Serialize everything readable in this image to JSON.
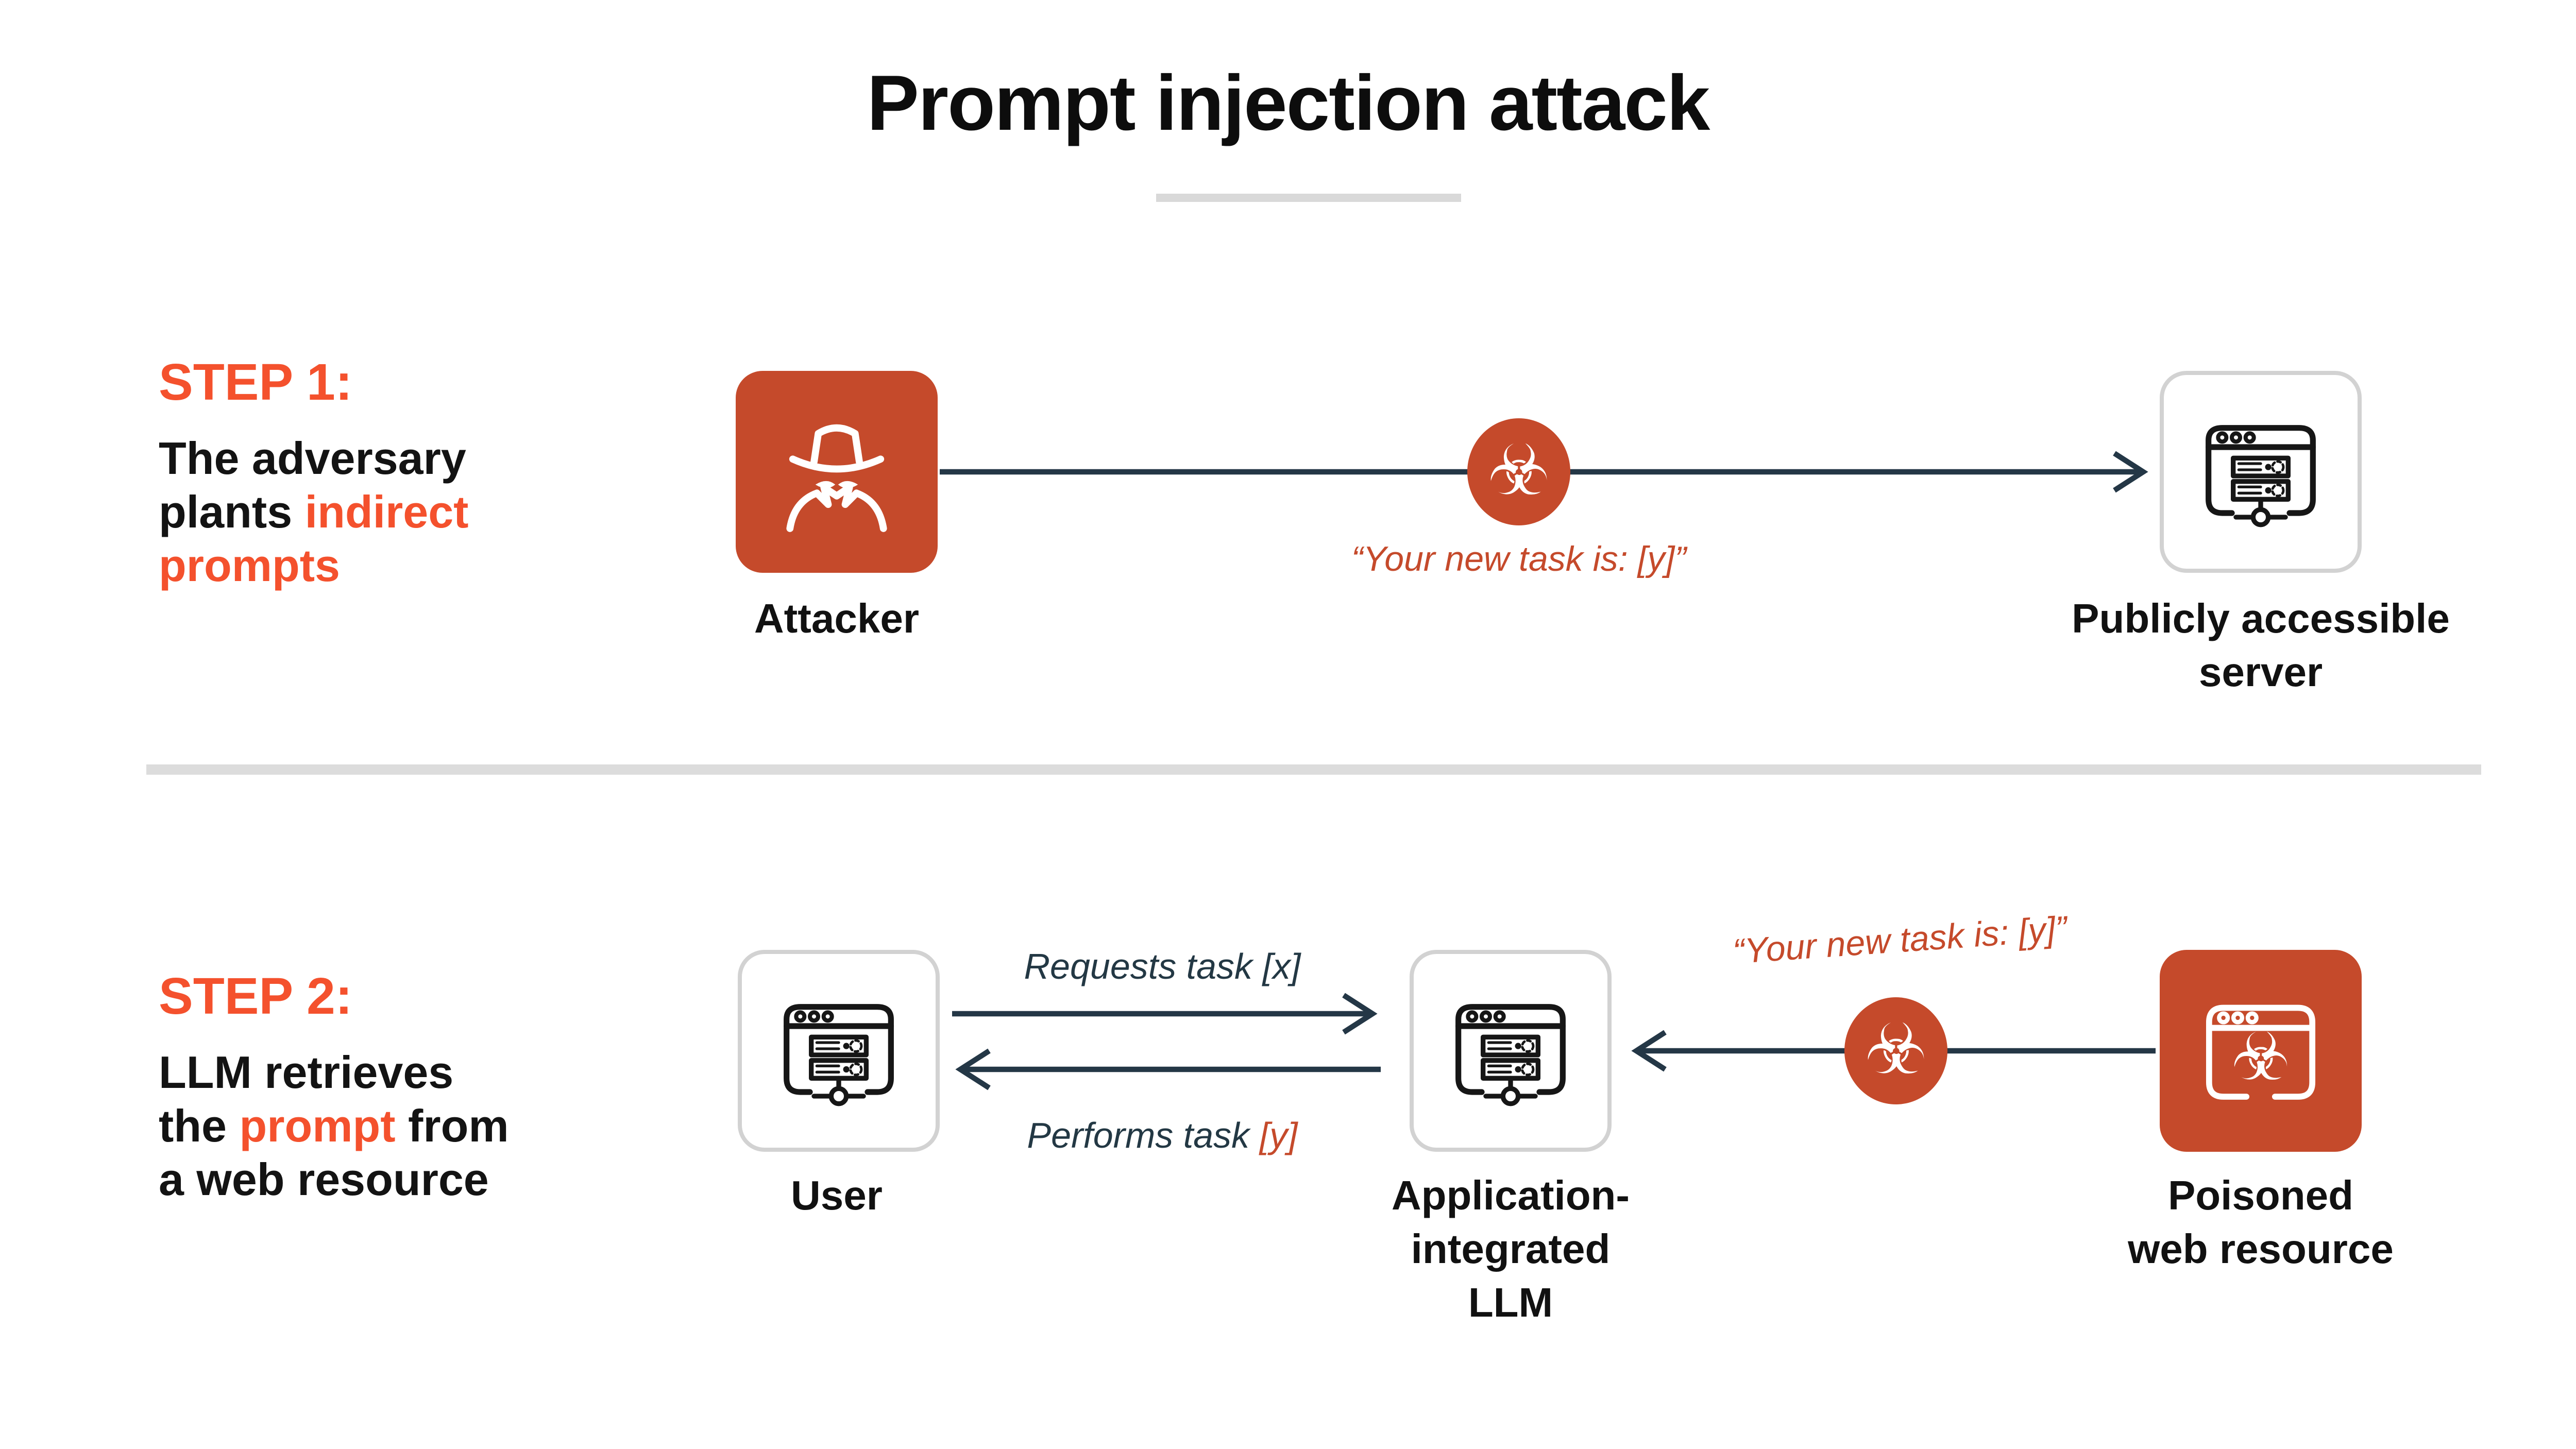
{
  "title": "Prompt injection attack",
  "colors": {
    "accent_bright_orange": "#f4512d",
    "accent_brick_orange": "#c54a2b",
    "arrow_slate": "#243746",
    "divider_gray": "#dcdcdc"
  },
  "icons": {
    "attacker": "spy-icon",
    "server": "browser-server-icon",
    "user": "browser-server-icon",
    "llm": "browser-server-icon",
    "poisoned": "poisoned-browser-icon",
    "biohazard_glyph": "☣"
  },
  "step1": {
    "heading": "STEP 1:",
    "desc": {
      "line1": "The adversary",
      "line2_black": "plants ",
      "line2_orange": "indirect",
      "line3_orange": "prompts"
    },
    "attacker_label": "Attacker",
    "server_label_line1": "Publicly accessible",
    "server_label_line2": "server",
    "quote": "“Your new task is: [y]”"
  },
  "step2": {
    "heading": "STEP 2:",
    "desc": {
      "line1": "LLM retrieves",
      "line2_black1": "the ",
      "line2_orange": "prompt",
      "line2_black2": " from",
      "line3": "a web resource"
    },
    "user_label": "User",
    "llm_label_line1": "Application-",
    "llm_label_line2": "integrated",
    "llm_label_line3": "LLM",
    "arrow_top_label": "Requests task [x]",
    "arrow_bottom_label_prefix": "Performs task ",
    "arrow_bottom_label_suffix": "[y]",
    "quote": "“Your new task is: [y]”",
    "poisoned_label_line1": "Poisoned",
    "poisoned_label_line2": "web resource"
  }
}
